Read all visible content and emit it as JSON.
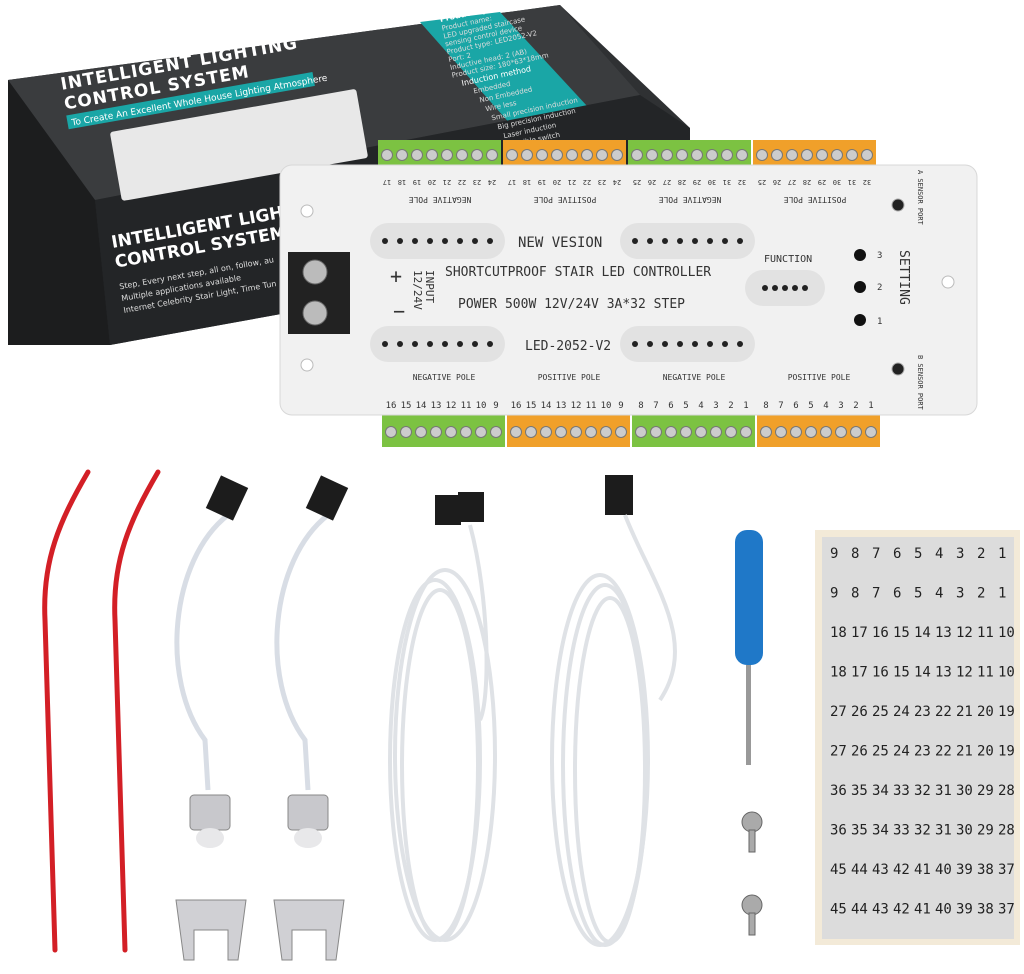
{
  "box": {
    "title_line1": "INTELLIGENT LIGHTING",
    "title_line2": "CONTROL SYSTEM",
    "subtitle": "To Create An Excellent Whole House Lighting Atmosphere",
    "front_line1": "INTELLIGENT LIGHTING",
    "front_line2": "CONTROL SYSTEM",
    "front_desc1": "Step, Every next step, all on, follow, au",
    "front_desc2": "Multiple applications available",
    "front_desc3": "Internet Celebrity Stair Light, Time Tun",
    "specs_title": "Product specifications",
    "specs": [
      "Product name:",
      "LED upgraded staircase",
      "sensing control device",
      "Product type: LED2052-V2",
      "Port: 2",
      "Inductive head: 2 (AB)",
      "Product size: 180*63*18mm"
    ],
    "induction_title": "Induction method",
    "induction_options": [
      "Embedded",
      "Non Embedded",
      "Wire less",
      "Small precision induction",
      "Big precision induction",
      "Laser induction",
      "Flexible switch"
    ]
  },
  "controller": {
    "line_version": "NEW VESION",
    "line_name": "SHORTCUTPROOF STAIR LED CONTROLLER",
    "line_power": "POWER 500W 12V/24V 3A*32 STEP",
    "model": "LED-2052-V2",
    "input_label": "INPUT",
    "input_voltage": "12/24V",
    "plus": "+",
    "minus": "−",
    "function_label": "FUNCTION",
    "setting_label": "SETTING",
    "setting_buttons": [
      "1",
      "2",
      "3"
    ],
    "sensor_a": "A SENSOR PORT",
    "sensor_b": "B SENSOR PORT",
    "top_groups": [
      {
        "label": "NEGATIVE POLE",
        "numbers": [
          "17",
          "18",
          "19",
          "20",
          "21",
          "22",
          "23",
          "24"
        ]
      },
      {
        "label": "POSITIVE POLE",
        "numbers": [
          "17",
          "18",
          "19",
          "20",
          "21",
          "22",
          "23",
          "24"
        ]
      },
      {
        "label": "NEGATIVE POLE",
        "numbers": [
          "25",
          "26",
          "27",
          "28",
          "29",
          "30",
          "31",
          "32"
        ]
      },
      {
        "label": "POSITIVE POLE",
        "numbers": [
          "25",
          "26",
          "27",
          "28",
          "29",
          "30",
          "31",
          "32"
        ]
      }
    ],
    "bottom_groups": [
      {
        "label": "NEGATIVE POLE",
        "numbers": [
          "16",
          "15",
          "14",
          "13",
          "12",
          "11",
          "10",
          "9"
        ]
      },
      {
        "label": "POSITIVE POLE",
        "numbers": [
          "16",
          "15",
          "14",
          "13",
          "12",
          "11",
          "10",
          "9"
        ]
      },
      {
        "label": "NEGATIVE POLE",
        "numbers": [
          "8",
          "7",
          "6",
          "5",
          "4",
          "3",
          "2",
          "1"
        ]
      },
      {
        "label": "POSITIVE POLE",
        "numbers": [
          "8",
          "7",
          "6",
          "5",
          "4",
          "3",
          "2",
          "1"
        ]
      }
    ]
  },
  "sticker_rows": [
    [
      "9",
      "8",
      "7",
      "6",
      "5",
      "4",
      "3",
      "2",
      "1"
    ],
    [
      "9",
      "8",
      "7",
      "6",
      "5",
      "4",
      "3",
      "2",
      "1"
    ],
    [
      "18",
      "17",
      "16",
      "15",
      "14",
      "13",
      "12",
      "11",
      "10"
    ],
    [
      "18",
      "17",
      "16",
      "15",
      "14",
      "13",
      "12",
      "11",
      "10"
    ],
    [
      "27",
      "26",
      "25",
      "24",
      "23",
      "22",
      "21",
      "20",
      "19"
    ],
    [
      "27",
      "26",
      "25",
      "24",
      "23",
      "22",
      "21",
      "20",
      "19"
    ],
    [
      "36",
      "35",
      "34",
      "33",
      "32",
      "31",
      "30",
      "29",
      "28"
    ],
    [
      "36",
      "35",
      "34",
      "33",
      "32",
      "31",
      "30",
      "29",
      "28"
    ],
    [
      "45",
      "44",
      "43",
      "42",
      "41",
      "40",
      "39",
      "38",
      "37"
    ],
    [
      "45",
      "44",
      "43",
      "42",
      "41",
      "40",
      "39",
      "38",
      "37"
    ]
  ],
  "colors": {
    "green": "#7cc242",
    "orange": "#f0a02a",
    "box": "#2b2d2f",
    "teal": "#1aa6a6"
  }
}
